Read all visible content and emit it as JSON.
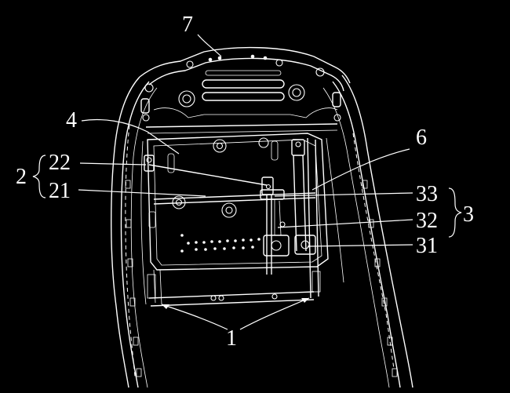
{
  "labels": {
    "l7": "7",
    "l4": "4",
    "l6": "6",
    "l2": "2",
    "l22": "22",
    "l21": "21",
    "l33": "33",
    "l32": "32",
    "l3": "3",
    "l31": "31",
    "l1": "1"
  },
  "colors": {
    "background": "#000000",
    "line": "#ffffff"
  }
}
